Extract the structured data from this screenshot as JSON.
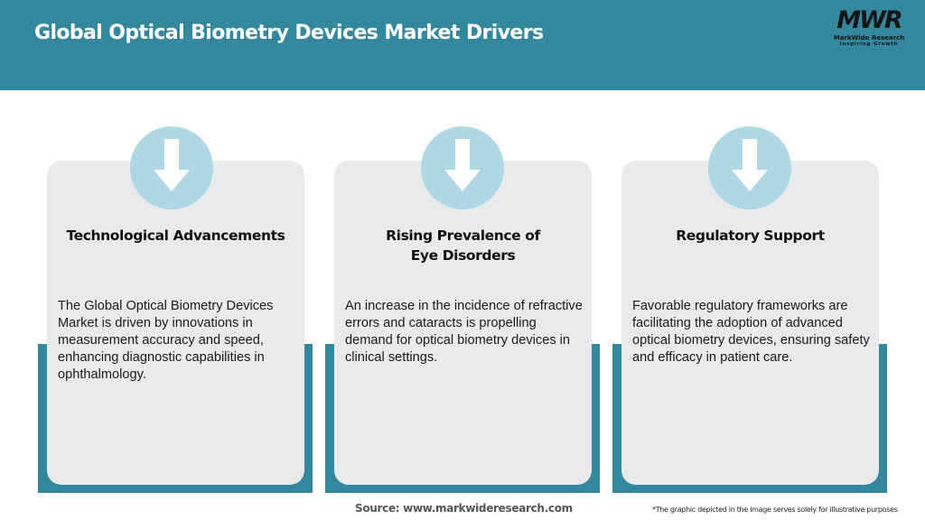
{
  "header": {
    "title": "Global Optical Biometry Devices Market Drivers",
    "background_color": "#33889e"
  },
  "logo": {
    "mark": "MWR",
    "name": "MarkWide Research",
    "tagline": "Inspiring Growth"
  },
  "cards": [
    {
      "icon": "arrow-down-icon",
      "title": "Technological Advancements",
      "body": "The Global Optical Biometry Devices Market is driven by innovations in measurement accuracy and speed, enhancing diagnostic capabilities in ophthalmology."
    },
    {
      "icon": "arrow-down-icon",
      "title": "Rising Prevalence of Eye Disorders",
      "body": "An increase in the incidence of refractive errors and cataracts is propelling demand for optical biometry devices in clinical settings."
    },
    {
      "icon": "arrow-down-icon",
      "title": "Regulatory Support",
      "body": "Favorable regulatory frameworks are facilitating the adoption of advanced optical biometry devices, ensuring safety and efficacy in patient care."
    }
  ],
  "footer": {
    "source": "Source: www.markwideresearch.com",
    "disclaimer": "*The graphic depicted in the image serves solely for illustrative purposes"
  },
  "colors": {
    "accent_teal": "#33889e",
    "card_gray": "#e8eaec",
    "icon_circle": "#add8e4"
  }
}
